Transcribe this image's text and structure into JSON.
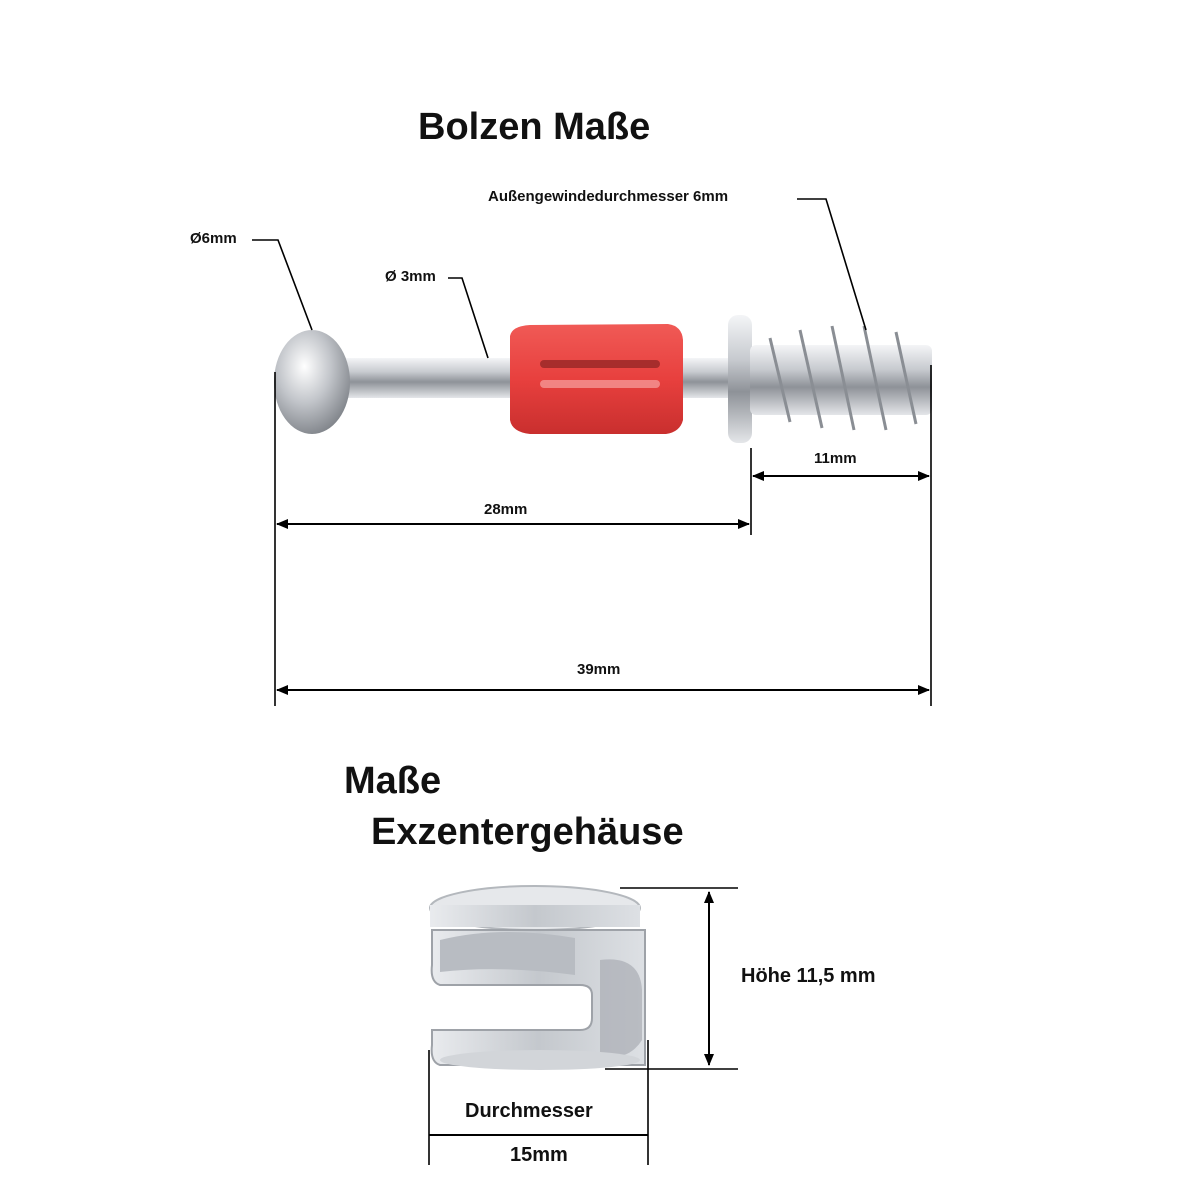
{
  "bolt_section": {
    "title": "Bolzen Maße",
    "labels": {
      "head_diameter": "Ø6mm",
      "shaft_diameter": "Ø 3mm",
      "thread_diameter": "Außengewindedurchmesser 6mm",
      "thread_length": "11mm",
      "shaft_length": "28mm",
      "total_length": "39mm"
    },
    "colors": {
      "sleeve": "#e8403e",
      "metal": "#c9ccd0"
    }
  },
  "housing_section": {
    "title_line1": "Maße",
    "title_line2": "Exzentergehäuse",
    "labels": {
      "height": "Höhe  11,5 mm",
      "diameter_caption": "Durchmesser",
      "diameter_value": "15mm"
    }
  }
}
